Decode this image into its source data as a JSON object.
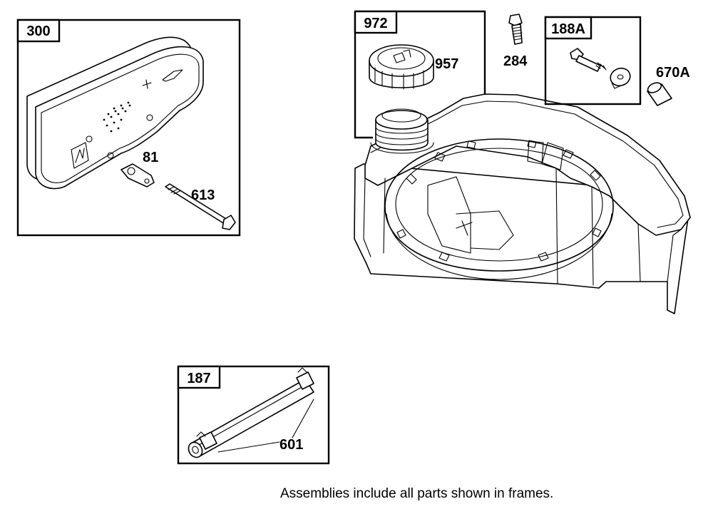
{
  "footer_note": "Assemblies include all parts shown in frames.",
  "frames": [
    {
      "id": "muffler",
      "tag": "300",
      "parts": [
        "81",
        "613"
      ]
    },
    {
      "id": "fuel-cap",
      "tag": "972",
      "parts": [
        "957"
      ]
    },
    {
      "id": "screw-kit",
      "tag": "188A",
      "parts": []
    },
    {
      "id": "fuel-line",
      "tag": "187",
      "parts": [
        "601"
      ]
    }
  ],
  "loose_parts": [
    "284",
    "670A"
  ]
}
